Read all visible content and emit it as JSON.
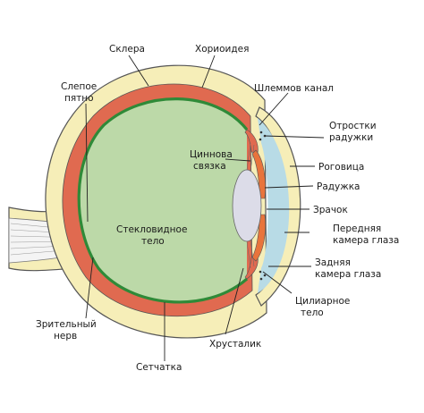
{
  "colors": {
    "sclera": "#f6eeb8",
    "choroid": "#e06a50",
    "retina": "#2f8a38",
    "vitreous": "#bcd9a8",
    "lens": "#dcdce8",
    "cornea_chamber": "#b8dbe6",
    "iris": "#e8743c",
    "nerve": "#f4f4f4",
    "outline": "#555555"
  },
  "labels": {
    "sclera": "Склера",
    "choroid": "Хориоидея",
    "blind_spot_1": "Слепое",
    "blind_spot_2": "пятно",
    "schlemm": "Шлеммов канал",
    "iris_processes_1": "Отростки",
    "iris_processes_2": "радужки",
    "zonule_1": "Циннова",
    "zonule_2": "связка",
    "cornea": "Роговица",
    "iris": "Радужка",
    "pupil": "Зрачок",
    "vitreous_1": "Стекловидное",
    "vitreous_2": "тело",
    "anterior_chamber_1": "Передняя",
    "anterior_chamber_2": "камера глаза",
    "posterior_chamber_1": "Задняя",
    "posterior_chamber_2": "камера глаза",
    "optic_nerve_1": "Зрительный",
    "optic_nerve_2": "нерв",
    "ciliary_1": "Цилиарное",
    "ciliary_2": "тело",
    "lens": "Хрусталик",
    "retina": "Сетчатка"
  }
}
